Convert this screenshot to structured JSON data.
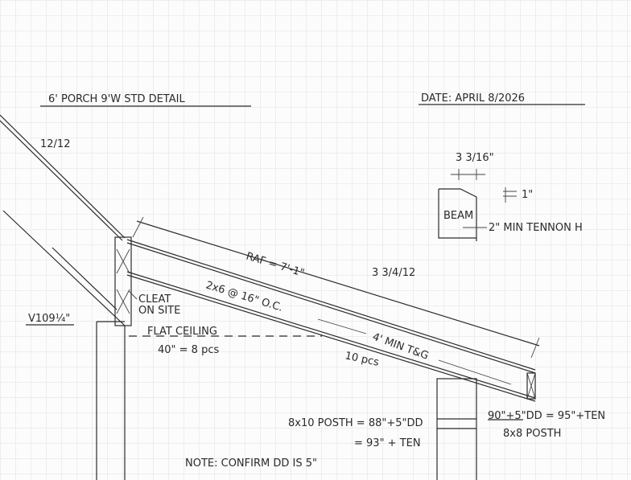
{
  "title": "6' PORCH 9'W STD DETAIL",
  "date": "DATE: APRIL 8/2026",
  "main_pitch": "12/12",
  "porch_pitch": "3 3/4/12",
  "rafter_length": "RAF = 7'-1\"",
  "rafter_spec": "2x6 @ 16\" O.C.",
  "cleat": [
    "CLEAT",
    "ON SITE"
  ],
  "wall_height": "V109¼\"",
  "flat_ceiling": "FLAT CEILING",
  "flat_ceiling_qty": "40\" = 8 pcs",
  "tng": "4' MIN T&G",
  "tng_qty": "10 pcs",
  "post_left": [
    "8x10 POSTH = 88\"+5\"DD",
    "= 93\" + TEN"
  ],
  "post_right": [
    "90\"+5\"DD = 95\"+TEN",
    "8x8 POSTH"
  ],
  "note": "NOTE: CONFIRM DD IS 5\"",
  "beam_detail": {
    "width": "3 3/16\"",
    "label": "BEAM",
    "drop": "1\"",
    "tenon": "2\" MIN TENNON H"
  }
}
